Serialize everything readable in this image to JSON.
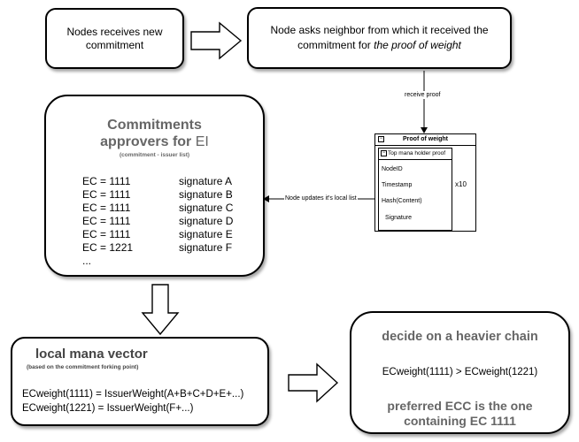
{
  "box1": {
    "text": "Nodes receives new commitment"
  },
  "box2": {
    "text_main": "Node asks neighbor from which it received the commitment for ",
    "text_italic": "the proof of weight"
  },
  "edge_receive": "receive proof",
  "edge_update": "Node updates it's local list",
  "pow": {
    "title": "Proof of weight",
    "inner_title": "Top mana holder proof",
    "fields": [
      "NodeID",
      "Timestamp",
      "Hash(Content)",
      "Signature"
    ],
    "multiplier": "x10"
  },
  "commitments": {
    "title_line1": "Commitments",
    "title_line2_a": "approvers for ",
    "title_line2_b": "EI",
    "subtitle": "(commitment - issuer list)",
    "rows": [
      {
        "ec": "EC = 1111",
        "sig": "signature A"
      },
      {
        "ec": "EC = 1111",
        "sig": "signature B"
      },
      {
        "ec": "EC = 1111",
        "sig": "signature C"
      },
      {
        "ec": "EC = 1111",
        "sig": "signature D"
      },
      {
        "ec": "EC = 1111",
        "sig": "signature E"
      },
      {
        "ec": "EC = 1221",
        "sig": "signature F"
      }
    ],
    "ellipsis": "..."
  },
  "mana": {
    "title": "local mana vector",
    "subtitle": "(based on the commitment forking point)",
    "line1": "ECweight(1111) = IssuerWeight(A+B+C+D+E+...)",
    "line2": "ECweight(1221) = IssuerWeight(F+...)"
  },
  "decide": {
    "title": "decide on a heavier chain",
    "compare": "ECweight(1111) > ECweight(1221)",
    "result": "preferred ECC is the one containing EC 1111"
  }
}
